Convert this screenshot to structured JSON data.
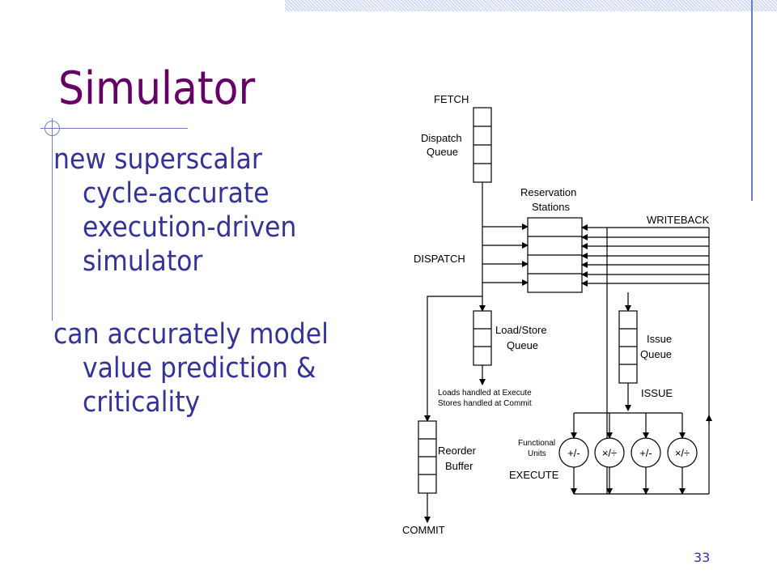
{
  "slide": {
    "title": "Simulator",
    "bullets": [
      "new superscalar cycle-accurate execution-driven simulator",
      "can accurately model value prediction & criticality"
    ],
    "page_number": "33"
  },
  "diagram": {
    "labels": {
      "fetch": "FETCH",
      "dispatch_queue_1": "Dispatch",
      "dispatch_queue_2": "Queue",
      "reservation_1": "Reservation",
      "reservation_2": "Stations",
      "writeback": "WRITEBACK",
      "dispatch": "DISPATCH",
      "lsq_1": "Load/Store",
      "lsq_2": "Queue",
      "issue_q_1": "Issue",
      "issue_q_2": "Queue",
      "loads_note": "Loads handled at Execute",
      "stores_note": "Stores handled at Commit",
      "issue": "ISSUE",
      "reorder_1": "Reorder",
      "reorder_2": "Buffer",
      "fu_1": "Functional",
      "fu_2": "Units",
      "execute": "EXECUTE",
      "commit": "COMMIT"
    },
    "functional_units": [
      "+/-",
      "×/÷",
      "+/-",
      "×/÷"
    ]
  }
}
